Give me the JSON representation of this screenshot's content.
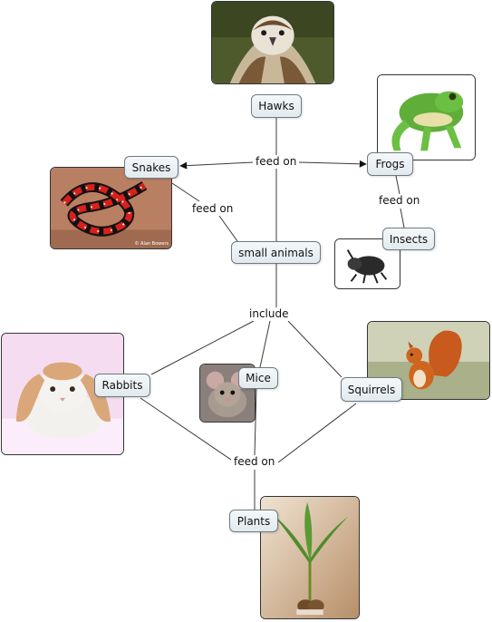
{
  "concepts": {
    "hawks": "Hawks",
    "snakes": "Snakes",
    "frogs": "Frogs",
    "insects": "Insects",
    "small_animals": "small animals",
    "rabbits": "Rabbits",
    "mice": "Mice",
    "squirrels": "Squirrels",
    "plants": "Plants"
  },
  "links": {
    "hawks_feed_on": "feed on",
    "snakes_feed_on": "feed on",
    "frogs_feed_on": "feed on",
    "include": "include",
    "herbivores_feed_on": "feed on"
  },
  "image_watermark": "© Alan Bowers",
  "colors": {
    "line": "#3a3a3a",
    "node_border": "#6e7b82"
  }
}
